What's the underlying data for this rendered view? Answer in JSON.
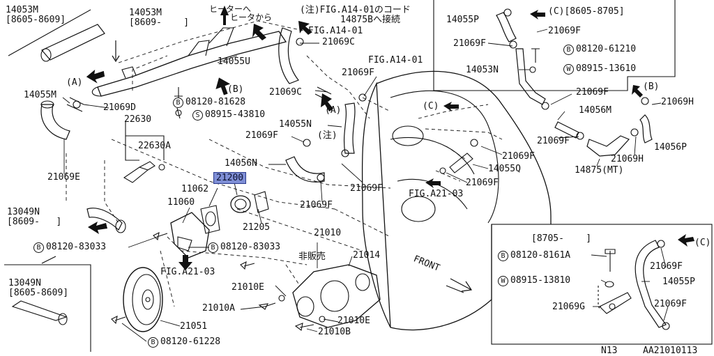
{
  "labels": {
    "p14053m_a": "14053M",
    "p14053m_a_range": "[8605-8609]",
    "p14053m_b": "14053M",
    "p14053m_b_range": "[8609-    ]",
    "heater_to": "ヒーターへ",
    "heater_from": "ヒータから",
    "note": "(注)FIG.A14-01のコード",
    "note2": "14875Bへ接続",
    "fig_a14_01_a": "FIG.A14-01",
    "fig_a14_01_b": "FIG.A14-01",
    "p14055p_top": "14055P",
    "c_top": "(C)[8605-8705]",
    "p21069f_1": "21069F",
    "p21069f_2": "21069F",
    "bolt_08120_61210": "08120-61210",
    "p14053n": "14053N",
    "washer_08915_13610": "08915-13610",
    "p21069c_1": "21069C",
    "p14055u": "14055U",
    "p21069f_3": "21069F",
    "a_left": "(A)",
    "b_mid": "(B)",
    "p21069c_2": "21069C",
    "p14055m": "14055M",
    "p21069d": "21069D",
    "bolt_08120_81628": "08120-81628",
    "screw_08915_43810": "08915-43810",
    "a_mid": "(A)",
    "c_mid": "(C)",
    "p21069f_4": "21069F",
    "b_right": "(B)",
    "p21069h_1": "21069H",
    "p14056m": "14056M",
    "p22630": "22630",
    "p14055n": "14055N",
    "p21069f_5": "21069F",
    "note_mark": "(注)",
    "p22630a": "22630A",
    "p21069f_6": "21069F",
    "p14056p": "14056P",
    "p21069f_7": "21069F",
    "p14056n": "14056N",
    "p21069f_8": "21069F",
    "p14055q": "14055Q",
    "p14875mt": "14875(MT)",
    "p21069h_2": "21069H",
    "p21069e": "21069E",
    "p21200": "21200",
    "p21069f_9": "21069F",
    "fig_a21_03_a": "FIG.A21-03",
    "p11062": "11062",
    "p21069f_10": "21069F",
    "p13049n_a": "13049N",
    "p13049n_a_range": "[8609-   ]",
    "p11060": "11060",
    "p21205": "21205",
    "p21010": "21010",
    "bolt_08120_83033_a": "08120-83033",
    "bolt_08120_83033_b": "08120-83033",
    "hihanbai": "非販売",
    "p21014": "21014",
    "fig_a21_03_b": "FIG.A21-03",
    "p13049n_b": "13049N",
    "p13049n_b_range": "[8605-8609]",
    "p21010e_1": "21010E",
    "front": "FRONT",
    "p21010a": "21010A",
    "p21010e_2": "21010E",
    "p21010b": "21010B",
    "p21051": "21051",
    "bolt_08120_61228": "08120-61228",
    "inset_range": "[8705-    ]",
    "c_inset": "(C)",
    "bolt_08120_8161a": "08120-8161A",
    "p21069f_inset1": "21069F",
    "washer_08915_13810": "08915-13810",
    "p14055p_inset": "14055P",
    "p21069g": "21069G",
    "p21069f_inset2": "21069F",
    "n13": "N13",
    "code": "AA21010113"
  },
  "markers": {
    "b": "B",
    "w": "W",
    "s": "S"
  },
  "colors": {
    "line": "#111111",
    "highlight": "#7f8fd6"
  }
}
